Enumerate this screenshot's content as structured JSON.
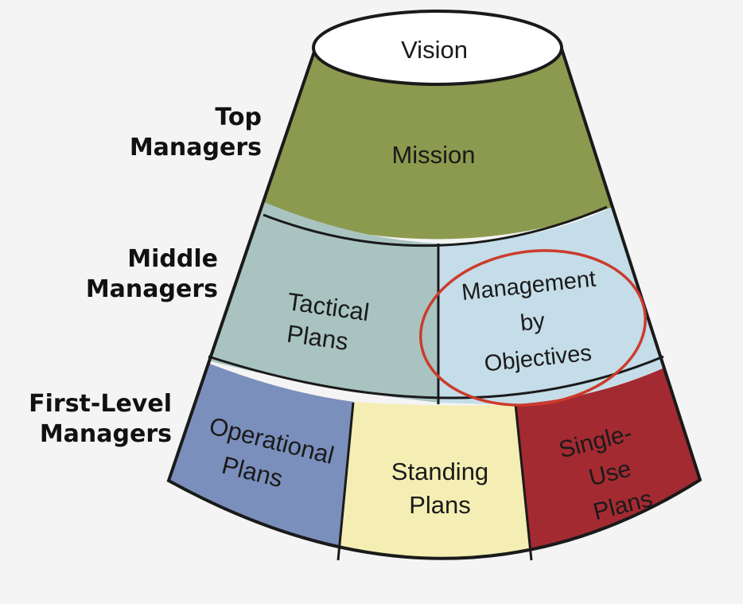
{
  "levels": {
    "top": [
      "Top",
      "Managers"
    ],
    "middle": [
      "Middle",
      "Managers"
    ],
    "first": [
      "First-Level",
      "Managers"
    ]
  },
  "segments": {
    "vision": [
      "Vision"
    ],
    "mission": [
      "Mission"
    ],
    "tactical": [
      "Tactical",
      "Plans"
    ],
    "mbo": [
      "Management",
      "by",
      "Objectives"
    ],
    "operational": [
      "Operational",
      "Plans"
    ],
    "standing": [
      "Standing",
      "Plans"
    ],
    "single_use": [
      "Single-",
      "Use",
      "Plans"
    ]
  },
  "colors": {
    "vision": "#ffffff",
    "mission": "#8c9a4f",
    "tactical": "#a9c4c0",
    "mbo": "#c4dde8",
    "operational": "#7b8fbc",
    "standing": "#f4eeb4",
    "single_use": "#a42a31",
    "highlight_circle": "#cc3b2c",
    "outline": "#1a1a1a"
  }
}
